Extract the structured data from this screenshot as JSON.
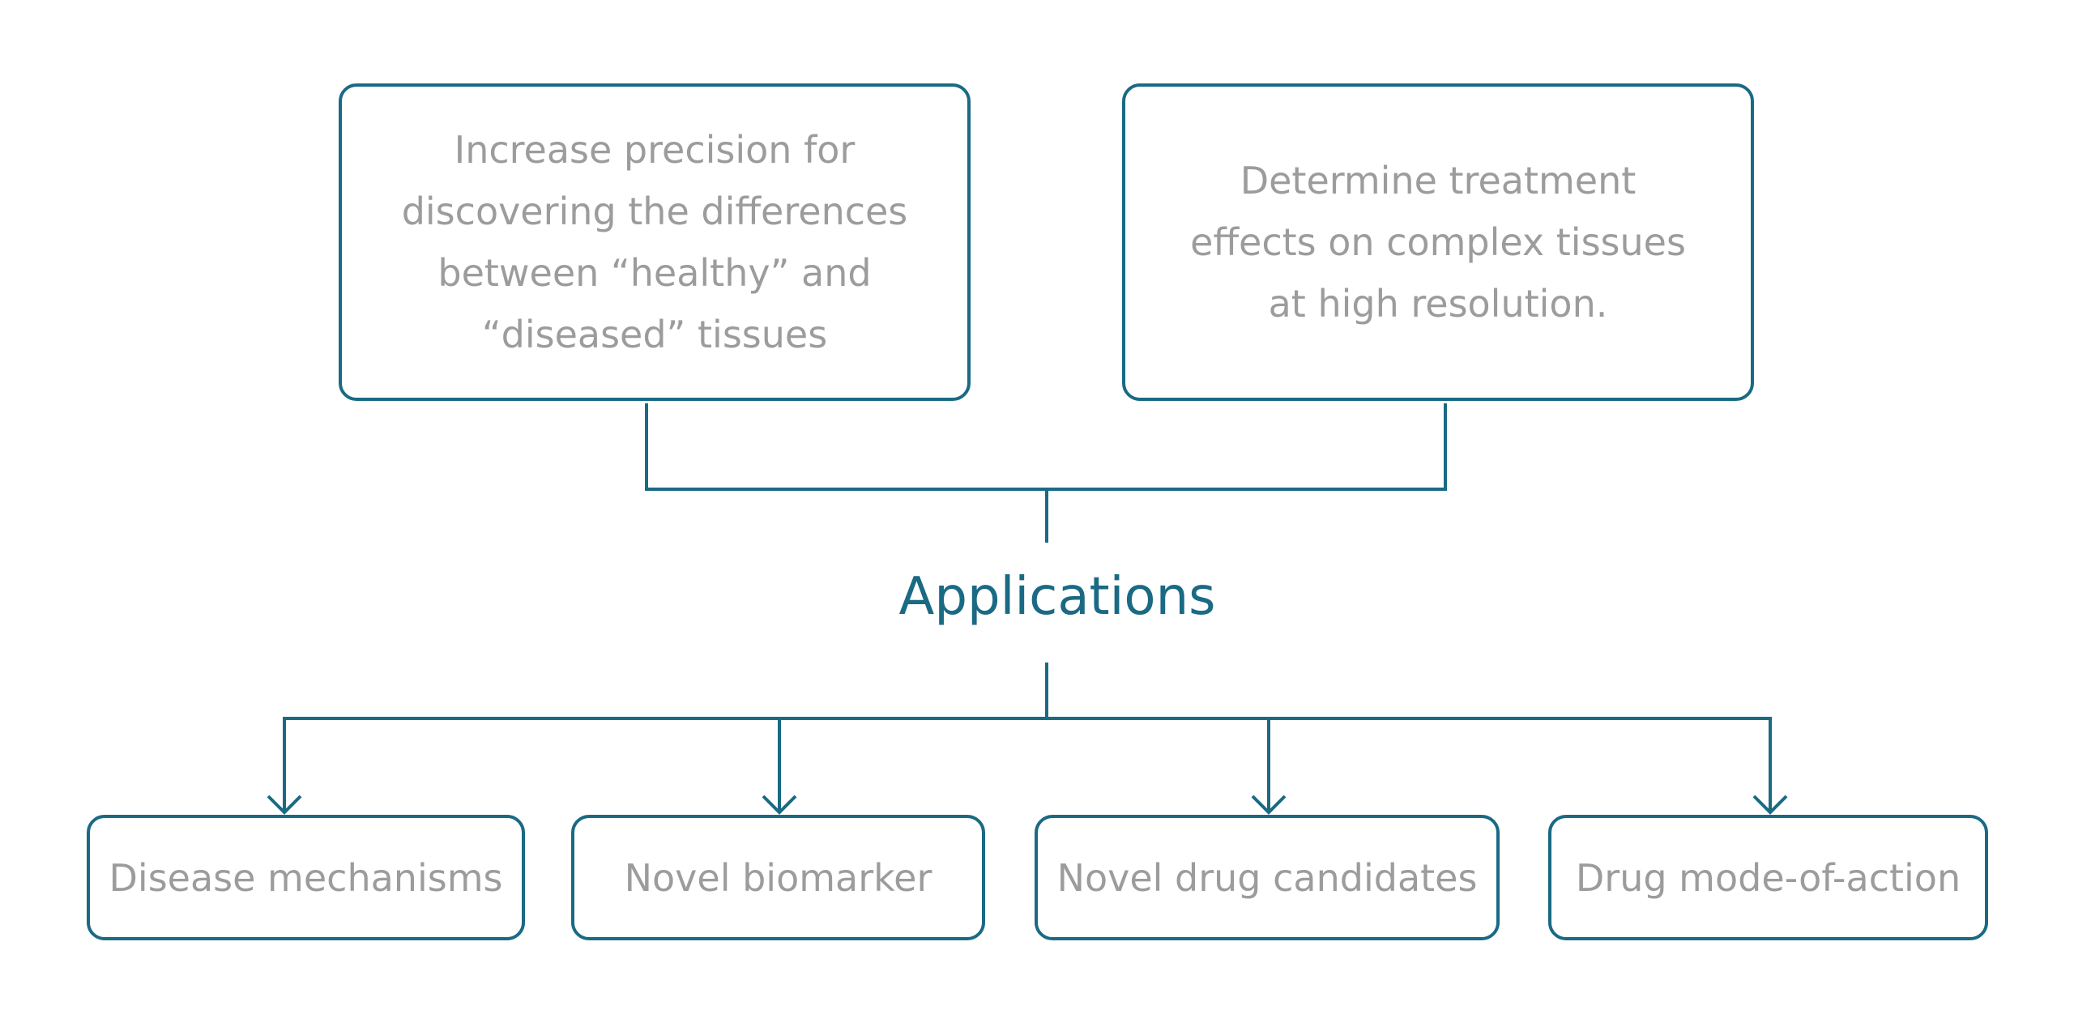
{
  "diagram": {
    "center_label": "Applications",
    "top_boxes": [
      {
        "lines": [
          "Increase precision for",
          "discovering the differences",
          "between “healthy” and",
          "“diseased” tissues"
        ]
      },
      {
        "lines": [
          "Determine treatment",
          "effects on complex tissues",
          "at high resolution."
        ]
      }
    ],
    "bottom_boxes": [
      {
        "label": "Disease mechanisms"
      },
      {
        "label": "Novel biomarker"
      },
      {
        "label": "Novel drug candidates"
      },
      {
        "label": "Drug mode-of-action"
      }
    ],
    "colors": {
      "accent": "#1a6a84",
      "text": "#9c9c9c",
      "background": "#ffffff"
    }
  }
}
